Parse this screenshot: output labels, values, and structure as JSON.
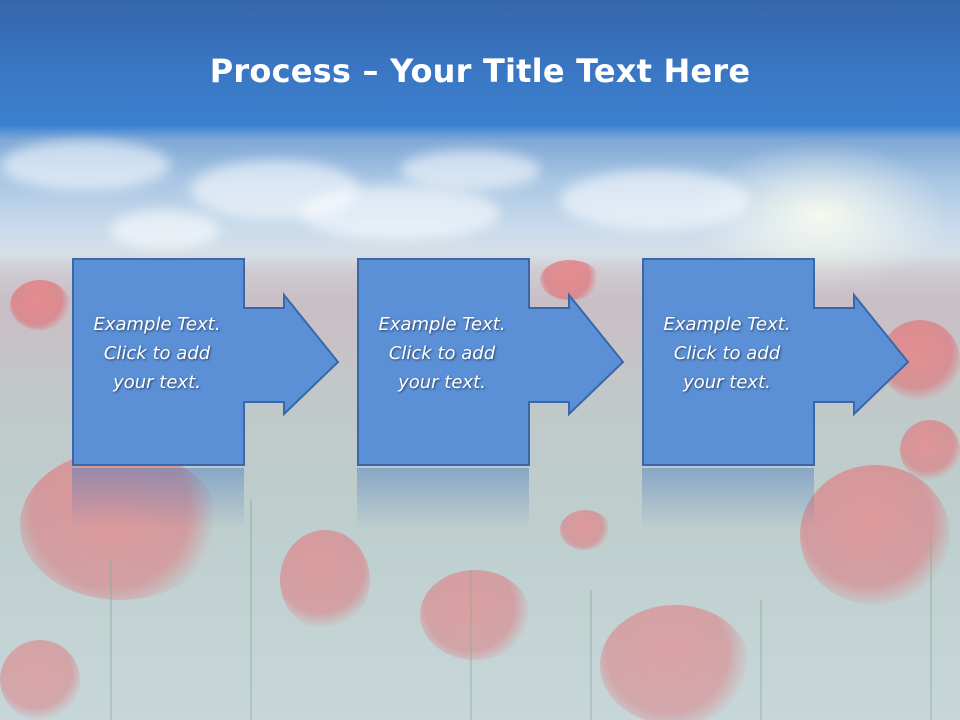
{
  "title": {
    "bold_part": "Process",
    "separator": " – ",
    "regular_part": "Your Title Text Here"
  },
  "steps": [
    {
      "lines": [
        "Example Text.",
        "Click  to add",
        "your text."
      ]
    },
    {
      "lines": [
        "Example Text.",
        "Click  to add",
        "your text."
      ]
    },
    {
      "lines": [
        "Example Text.",
        "Click  to add",
        "your text."
      ]
    }
  ],
  "colors": {
    "shape_fill": "#5b8fd6",
    "shape_stroke": "#3a67a8",
    "title_bar": "#3a78c6",
    "text": "#ffffff"
  },
  "icons": [
    "right-arrow-icon"
  ]
}
